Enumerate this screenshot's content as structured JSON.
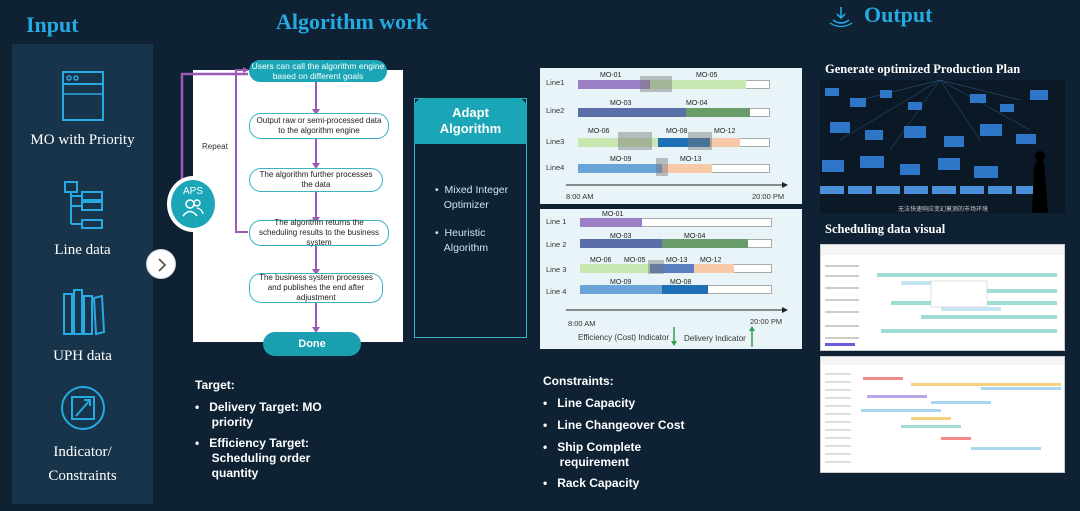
{
  "sections": {
    "input": "Input",
    "algorithm": "Algorithm work",
    "output": "Output"
  },
  "inputs": [
    {
      "label": "MO with Priority",
      "icon": "window-icon"
    },
    {
      "label": "Line data",
      "icon": "tree-icon"
    },
    {
      "label": "UPH data",
      "icon": "books-icon"
    },
    {
      "label1": "Indicator/",
      "label2": "Constraints",
      "icon": "arrows-icon"
    }
  ],
  "flow": {
    "top": "Users can call the algorithm engine based on different goals",
    "s1": "Output raw or semi-processed data to the algorithm engine",
    "s2": "The algorithm further processes the data",
    "s3": "The algorithm returns the scheduling results to the business system",
    "s4": "The business system processes and publishes the end after adjustment",
    "done": "Done",
    "repeat": "Repeat",
    "aps": "APS"
  },
  "adapt": {
    "title1": "Adapt",
    "title2": "Algorithm",
    "b1a": "Mixed Integer",
    "b1b": "Optimizer",
    "b2a": "Heuristic",
    "b2b": "Algorithm"
  },
  "gantt1": {
    "lines": [
      "Line1",
      "Line2",
      "Line3",
      "Line4"
    ],
    "mos": [
      "MO-01",
      "MO-05",
      "MO-03",
      "MO-04",
      "MO-06",
      "MO-08",
      "MO-12",
      "MO-09",
      "MO-13"
    ],
    "start": "8:00 AM",
    "end": "20:00 PM"
  },
  "gantt2": {
    "lines": [
      "Line 1",
      "Line 2",
      "Line 3",
      "Line 4"
    ],
    "mos": [
      "MO-01",
      "MO-03",
      "MO-04",
      "MO-06",
      "MO-05",
      "MO-13",
      "MO-12",
      "MO-09",
      "MO-08"
    ],
    "start": "8:00 AM",
    "end": "20:00 PM",
    "eff": "Efficiency (Cost) Indicator",
    "del": "Delivery Indicator"
  },
  "target": {
    "title": "Target:",
    "d1": "Delivery Target: MO",
    "d2": "priority",
    "e1": "Efficiency Target:",
    "e2": "Scheduling order",
    "e3": "quantity"
  },
  "constraints": {
    "title": "Constraints:",
    "items": [
      "Line Capacity",
      "Line Changeover Cost",
      "Ship Complete",
      "requirement",
      "Rack Capacity"
    ]
  },
  "output": {
    "plan_title": "Generate optimized Production Plan",
    "visual_title": "Scheduling data visual",
    "caption": "无法快速响应变幻莫测的市场环境"
  },
  "colors": {
    "accent": "#27a9e1",
    "teal": "#1aa6b7",
    "purple": "#9b59b6"
  }
}
